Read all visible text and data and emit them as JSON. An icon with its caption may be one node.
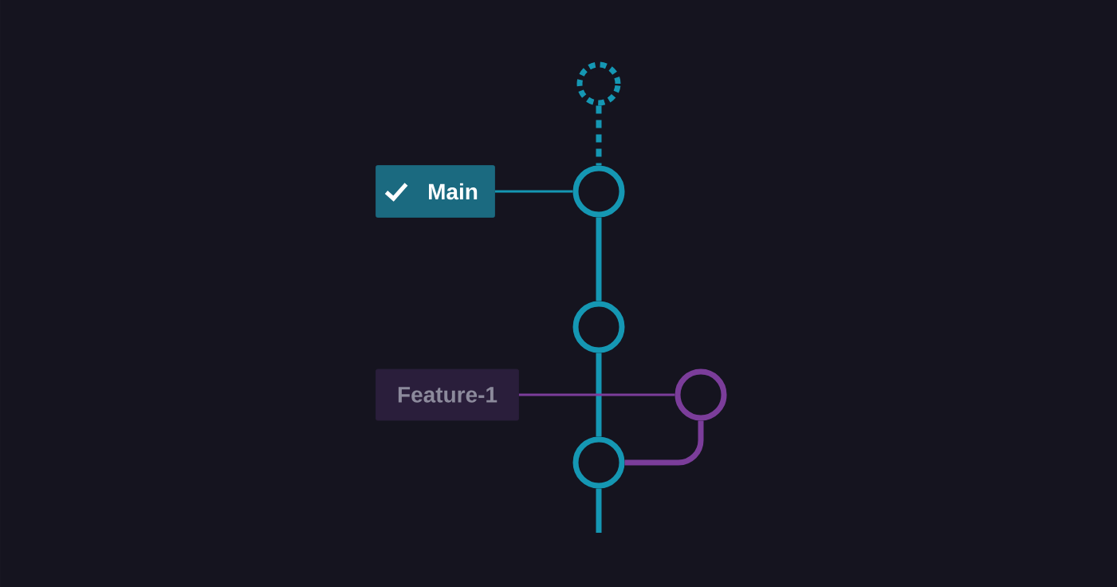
{
  "diagram": {
    "nodes": [
      {
        "text": [
          "Main"
        ]
      },
      {
        "text": [],
        "shape": "circle"
      },
      {
        "text": [],
        "shape": "circle"
      },
      {
        "text": [],
        "shape": "circle"
      },
      {
        "text": [
          "Feature-1"
        ]
      },
      {
        "text": [],
        "shape": "circle"
      },
      {
        "text": [],
        "shape": "circle"
      }
    ],
    "edges": [
      {
        "from": 1,
        "to": 2,
        "arrow": "none",
        "style": "dashed"
      },
      {
        "from": 0,
        "to": 2,
        "arrow": "none"
      },
      {
        "from": 2,
        "to": 3,
        "arrow": "none"
      },
      {
        "from": 3,
        "to": 6,
        "arrow": "none"
      },
      {
        "from": 4,
        "to": 5,
        "arrow": "none",
        "color": "#7b3d9a"
      },
      {
        "from": 5,
        "to": 6,
        "arrow": "none",
        "color": "#7b3d9a"
      },
      {
        "from": 6,
        "to": null,
        "arrow": "none"
      }
    ]
  }
}
